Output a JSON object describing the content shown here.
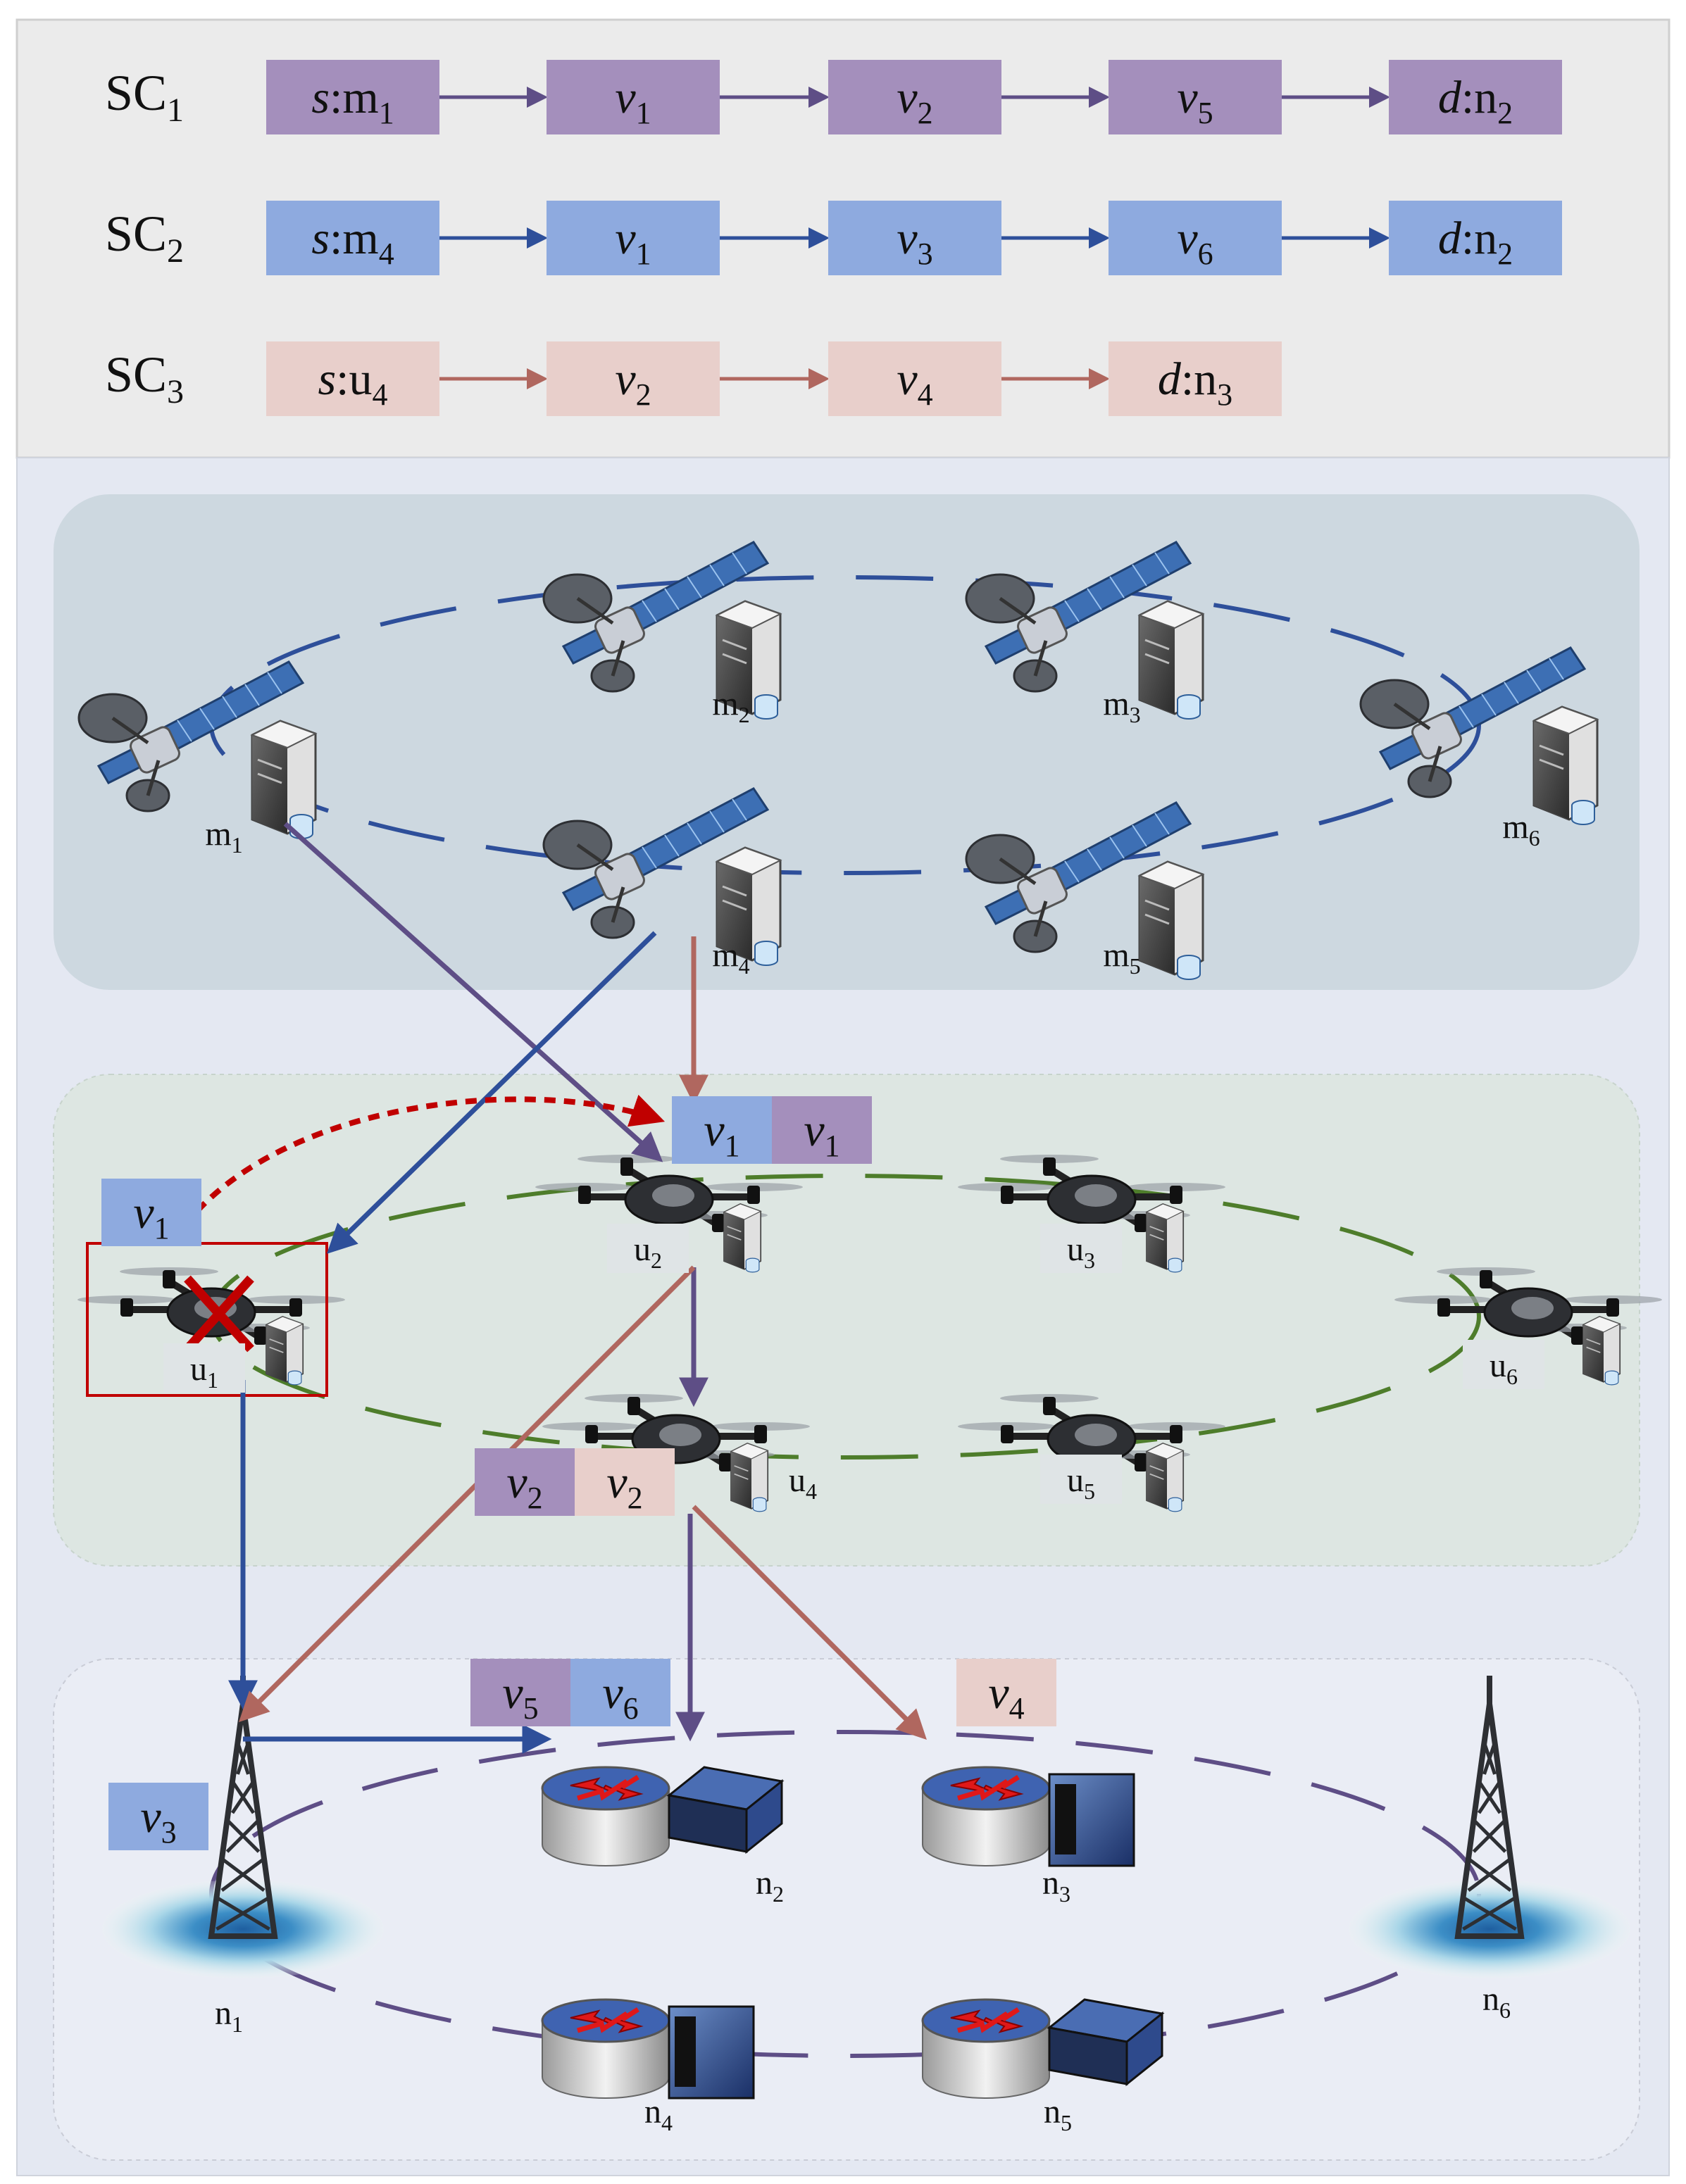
{
  "colors": {
    "purple": "#a48fbc",
    "purple_line": "#5e4e86",
    "blue": "#8eaadf",
    "blue_line": "#2e4f9a",
    "pink": "#e8cfcb",
    "pink_line": "#b0675f",
    "failure_red": "#c00000"
  },
  "chains": [
    {
      "label": "SC",
      "index": "1",
      "color": "purple",
      "boxes": [
        {
          "italic": "s",
          "text": ":m",
          "sub": "1"
        },
        {
          "italic": "v",
          "text": "",
          "sub": "1"
        },
        {
          "italic": "v",
          "text": "",
          "sub": "2"
        },
        {
          "italic": "v",
          "text": "",
          "sub": "5"
        },
        {
          "italic": "d",
          "text": ":n",
          "sub": "2"
        }
      ]
    },
    {
      "label": "SC",
      "index": "2",
      "color": "blue",
      "boxes": [
        {
          "italic": "s",
          "text": ":m",
          "sub": "4"
        },
        {
          "italic": "v",
          "text": "",
          "sub": "1"
        },
        {
          "italic": "v",
          "text": "",
          "sub": "3"
        },
        {
          "italic": "v",
          "text": "",
          "sub": "6"
        },
        {
          "italic": "d",
          "text": ":n",
          "sub": "2"
        }
      ]
    },
    {
      "label": "SC",
      "index": "3",
      "color": "pink",
      "boxes": [
        {
          "italic": "s",
          "text": ":u",
          "sub": "4"
        },
        {
          "italic": "v",
          "text": "",
          "sub": "2"
        },
        {
          "italic": "v",
          "text": "",
          "sub": "4"
        },
        {
          "italic": "d",
          "text": ":n",
          "sub": "3"
        }
      ]
    }
  ],
  "layers": {
    "satellite": {
      "nodes": [
        {
          "id": "m1",
          "label": "m",
          "sub": "1"
        },
        {
          "id": "m2",
          "label": "m",
          "sub": "2"
        },
        {
          "id": "m3",
          "label": "m",
          "sub": "3"
        },
        {
          "id": "m4",
          "label": "m",
          "sub": "4"
        },
        {
          "id": "m5",
          "label": "m",
          "sub": "5"
        },
        {
          "id": "m6",
          "label": "m",
          "sub": "6"
        }
      ]
    },
    "uav": {
      "nodes": [
        {
          "id": "u1",
          "label": "u",
          "sub": "1",
          "failed": true
        },
        {
          "id": "u2",
          "label": "u",
          "sub": "2"
        },
        {
          "id": "u3",
          "label": "u",
          "sub": "3"
        },
        {
          "id": "u4",
          "label": "u",
          "sub": "4"
        },
        {
          "id": "u5",
          "label": "u",
          "sub": "5"
        },
        {
          "id": "u6",
          "label": "u",
          "sub": "6"
        }
      ]
    },
    "ground": {
      "nodes": [
        {
          "id": "n1",
          "label": "n",
          "sub": "1",
          "kind": "tower"
        },
        {
          "id": "n2",
          "label": "n",
          "sub": "2",
          "kind": "router"
        },
        {
          "id": "n3",
          "label": "n",
          "sub": "3",
          "kind": "router"
        },
        {
          "id": "n4",
          "label": "n",
          "sub": "4",
          "kind": "router"
        },
        {
          "id": "n5",
          "label": "n",
          "sub": "5",
          "kind": "router"
        },
        {
          "id": "n6",
          "label": "n",
          "sub": "6",
          "kind": "tower"
        }
      ]
    }
  },
  "vnf_tags": [
    {
      "id": "tag-u2-v1-blue",
      "italic": "v",
      "sub": "1",
      "color": "blue"
    },
    {
      "id": "tag-u2-v1-purple",
      "italic": "v",
      "sub": "1",
      "color": "purple"
    },
    {
      "id": "tag-u1-v1",
      "italic": "v",
      "sub": "1",
      "color": "blue"
    },
    {
      "id": "tag-u4-v2-purple",
      "italic": "v",
      "sub": "2",
      "color": "purple"
    },
    {
      "id": "tag-u4-v2-pink",
      "italic": "v",
      "sub": "2",
      "color": "pink"
    },
    {
      "id": "tag-n2-v5",
      "italic": "v",
      "sub": "5",
      "color": "purple"
    },
    {
      "id": "tag-n2-v6",
      "italic": "v",
      "sub": "6",
      "color": "blue"
    },
    {
      "id": "tag-n3-v4",
      "italic": "v",
      "sub": "4",
      "color": "pink"
    },
    {
      "id": "tag-n1-v3",
      "italic": "v",
      "sub": "3",
      "color": "blue"
    }
  ],
  "flows": [
    {
      "id": "flow-m1-u2",
      "color": "purple"
    },
    {
      "id": "flow-u2-u4",
      "color": "purple"
    },
    {
      "id": "flow-u4-n2",
      "color": "purple"
    },
    {
      "id": "flow-m4-u1",
      "color": "blue"
    },
    {
      "id": "flow-u1-n1",
      "color": "blue"
    },
    {
      "id": "flow-n1-n2",
      "color": "blue"
    },
    {
      "id": "flow-m4-u2",
      "color": "pink"
    },
    {
      "id": "flow-u2-n1",
      "color": "pink"
    },
    {
      "id": "flow-u4-n3",
      "color": "pink"
    },
    {
      "id": "migration-u1-u2",
      "color": "failure_red",
      "style": "dashed"
    }
  ]
}
